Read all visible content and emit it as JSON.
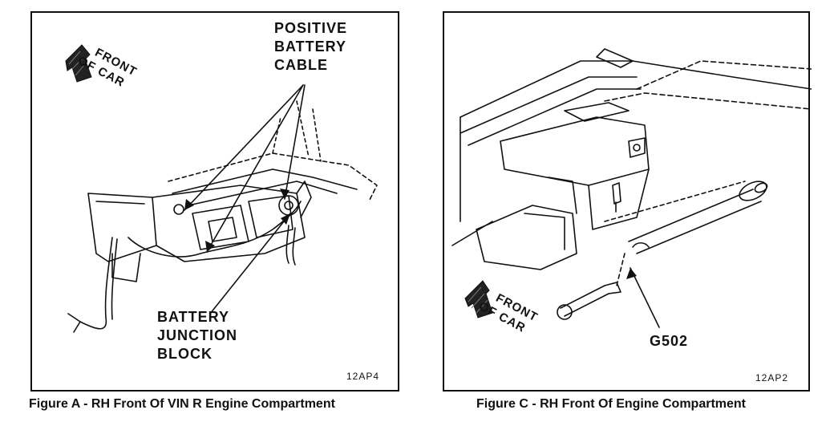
{
  "figure_a": {
    "caption": "Figure A - RH Front Of VIN R Engine Compartment",
    "code": "12AP4",
    "front_arrow": {
      "line1": "FRONT",
      "line2": "OF CAR"
    },
    "callouts": {
      "positive_cable": {
        "line1": "POSITIVE",
        "line2": "BATTERY",
        "line3": "CABLE"
      },
      "junction_block": {
        "line1": "BATTERY",
        "line2": "JUNCTION",
        "line3": "BLOCK"
      }
    }
  },
  "figure_c": {
    "caption": "Figure C - RH Front Of Engine Compartment",
    "code": "12AP2",
    "front_arrow": {
      "line1": "FRONT",
      "line2": "OF CAR"
    },
    "callouts": {
      "ground": "G502"
    }
  }
}
